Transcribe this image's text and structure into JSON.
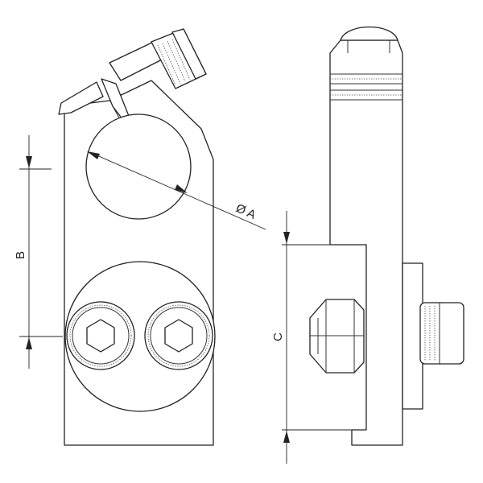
{
  "labels": {
    "diameter": "Ø A",
    "dim_b": "B",
    "dim_c": "C"
  },
  "colors": {
    "line": "#222222",
    "background": "#ffffff"
  }
}
